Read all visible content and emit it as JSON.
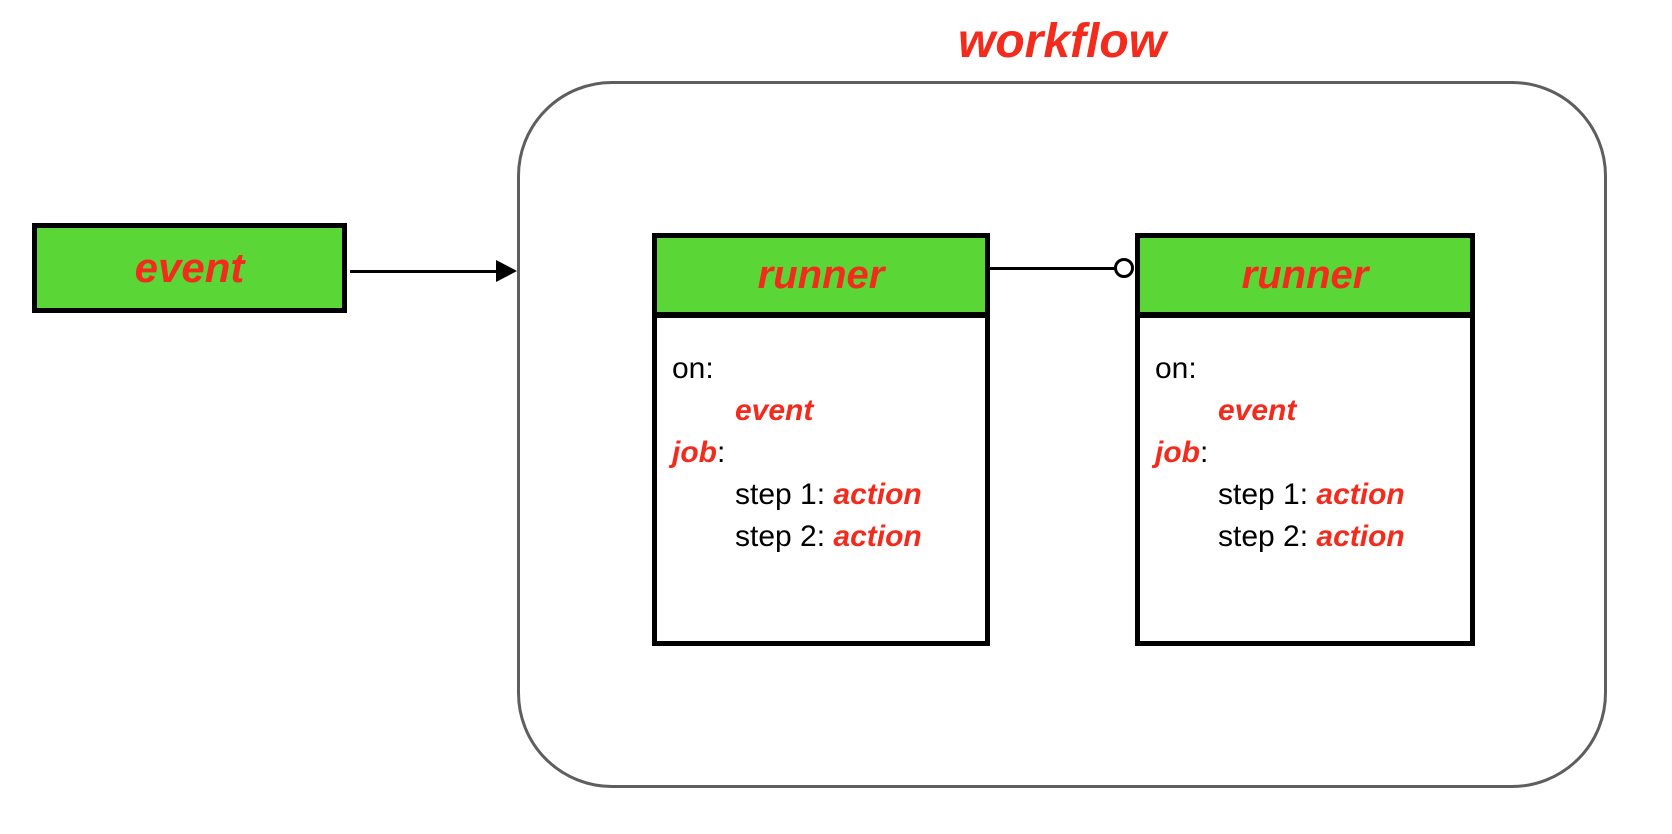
{
  "diagram": {
    "type": "workflow-architecture-diagram",
    "colors": {
      "box_green": "#5ad637",
      "text_red": "#f32b1c",
      "border_black": "#000000",
      "container_border_gray": "#5e5e5e",
      "background": "#ffffff"
    },
    "workflow": {
      "title": "workflow"
    },
    "event_box": {
      "label": "event"
    },
    "connectors": {
      "event_arrow": "solid-arrowhead-right",
      "runner_link": "line-with-open-circle"
    },
    "runners": [
      {
        "title": "runner",
        "body": {
          "on_label": "on:",
          "event_value": "event",
          "job_label": "job",
          "job_colon": ":",
          "step1_label": "step 1: ",
          "step1_value": "action",
          "step2_label": "step 2: ",
          "step2_value": "action"
        }
      },
      {
        "title": "runner",
        "body": {
          "on_label": "on:",
          "event_value": "event",
          "job_label": "job",
          "job_colon": ":",
          "step1_label": "step 1: ",
          "step1_value": "action",
          "step2_label": "step 2: ",
          "step2_value": "action"
        }
      }
    ]
  }
}
